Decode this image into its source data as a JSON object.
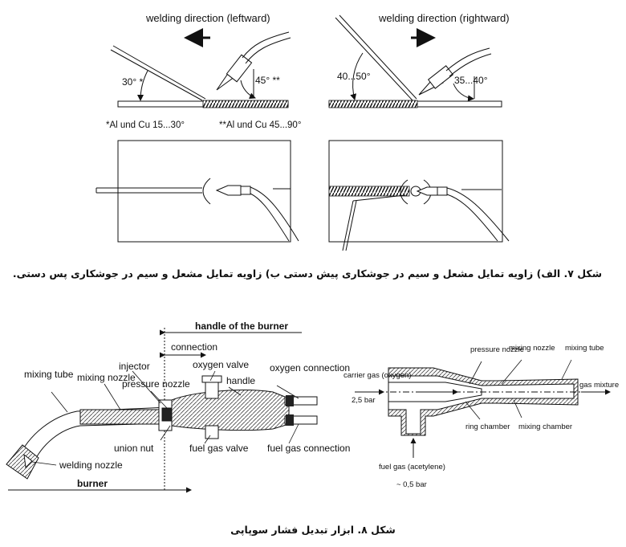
{
  "figure7": {
    "left_title": "welding direction (leftward)",
    "right_title": "welding direction (rightward)",
    "left_angle_rod": "30° *",
    "left_angle_torch": "45° **",
    "left_note_1": "*Al und Cu 15...30°",
    "left_note_2": "**Al und Cu 45...90°",
    "right_angle_rod": "40...50°",
    "right_angle_torch": "35...40°",
    "caption": "شکل ۷. الف) زاویه تمایل مشعل و سیم در جوشکاری پیش دستی    ب) زاویه تمایل مشعل و سیم در جوشکاری پس دستی."
  },
  "figure8": {
    "torch": {
      "handle_of_the_burner": "handle of the burner",
      "connection": "connection",
      "injector": "injector",
      "mixing_tube": "mixing tube",
      "mixing_nozzle": "mixing nozzle",
      "pressure_nozzle": "pressure nozzle",
      "oxygen_valve": "oxygen valve",
      "handle": "handle",
      "oxygen_connection": "oxygen connection",
      "union_nut": "union nut",
      "fuel_gas_valve": "fuel gas valve",
      "fuel_gas_connection": "fuel gas connection",
      "welding_nozzle": "welding nozzle",
      "burner": "burner"
    },
    "injector_diagram": {
      "pressure_nozzle": "pressure nozzle",
      "mixing_nozzle": "mixing nozzle",
      "mixing_tube": "mixing tube",
      "carrier_gas": "carrier gas (oxygen)",
      "carrier_pressure": "2,5 bar",
      "gas_mixture": "gas mixture",
      "ring_chamber": "ring chamber",
      "mixing_chamber": "mixing chamber",
      "fuel_gas": "fuel gas (acetylene)",
      "fuel_pressure": "~ 0,5 bar"
    },
    "caption": "شکل ۸. ابزار تبدیل فشار سوپاپی"
  }
}
